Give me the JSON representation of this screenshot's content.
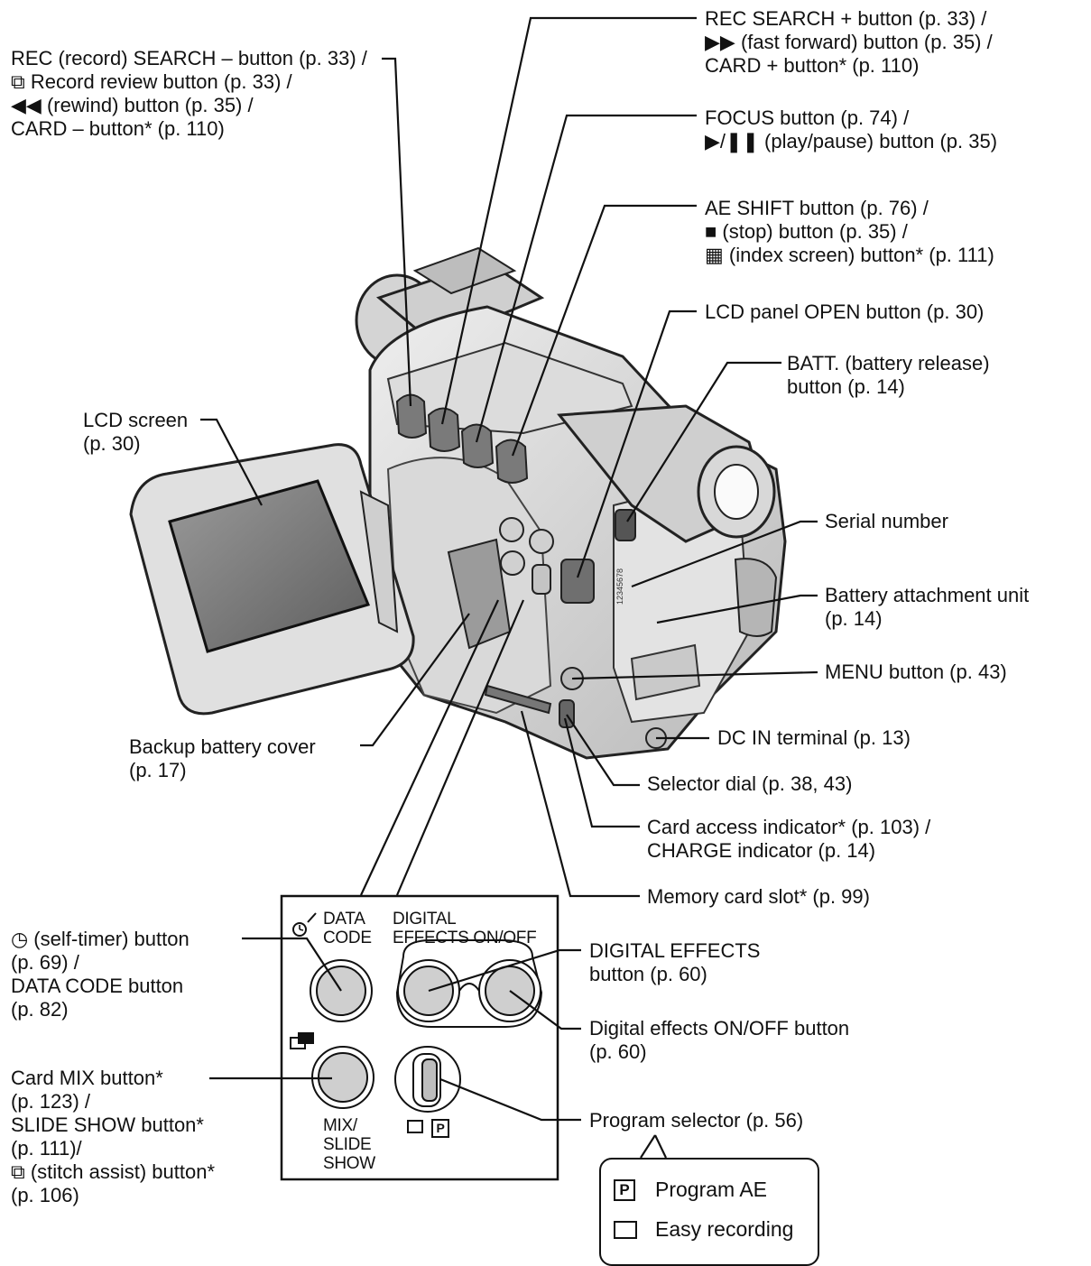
{
  "labels": {
    "rec_search_minus": [
      "REC (record) SEARCH – button (p. 33) /",
      "⧉ Record review button (p. 33) /",
      "◀◀ (rewind) button (p. 35) /",
      "CARD – button* (p. 110)"
    ],
    "rec_search_plus": [
      "REC SEARCH + button (p. 33) /",
      "▶▶  (fast forward) button (p. 35) /",
      "CARD + button* (p. 110)"
    ],
    "focus": [
      "FOCUS button (p. 74) /",
      "▶/❚❚ (play/pause) button (p. 35)"
    ],
    "ae_shift": [
      "AE SHIFT button (p. 76) /",
      "■ (stop) button (p. 35) /",
      "▦ (index screen) button* (p. 111)"
    ],
    "lcd_open": [
      "LCD panel OPEN button (p. 30)"
    ],
    "batt": [
      "BATT. (battery release)",
      "button (p. 14)"
    ],
    "lcd_screen": [
      "LCD screen",
      "(p. 30)"
    ],
    "serial": [
      "Serial number"
    ],
    "battery_unit": [
      "Battery attachment unit",
      "(p. 14)"
    ],
    "menu": [
      "MENU button (p. 43)"
    ],
    "dc_in": [
      "DC IN terminal (p. 13)"
    ],
    "backup_battery": [
      "Backup battery cover",
      "(p. 17)"
    ],
    "selector_dial": [
      "Selector dial (p. 38, 43)"
    ],
    "card_access": [
      "Card access indicator* (p. 103) /",
      "CHARGE indicator  (p. 14)"
    ],
    "memory_slot": [
      "Memory card slot* (p. 99)"
    ],
    "self_timer": [
      "◷ (self-timer) button",
      "(p. 69) /",
      "DATA CODE button",
      "(p. 82)"
    ],
    "digital_effects": [
      "DIGITAL EFFECTS",
      "button (p. 60)"
    ],
    "digital_onoff": [
      "Digital effects ON/OFF button",
      "(p. 60)"
    ],
    "card_mix": [
      "Card MIX button*",
      "(p. 123) /",
      "SLIDE SHOW button*",
      "(p. 111)/",
      "⧉ (stitch assist) button*",
      "(p. 106)"
    ],
    "program_selector": [
      "Program selector (p. 56)"
    ]
  },
  "panel": {
    "data_code": [
      "DATA",
      "CODE"
    ],
    "digital_effects_title": [
      "DIGITAL",
      "EFFECTS ON/OFF"
    ],
    "mix": [
      "MIX/",
      "SLIDE",
      "SHOW"
    ],
    "p_mark": "P"
  },
  "legend": {
    "program_ae": "Program AE",
    "easy": "Easy recording"
  }
}
